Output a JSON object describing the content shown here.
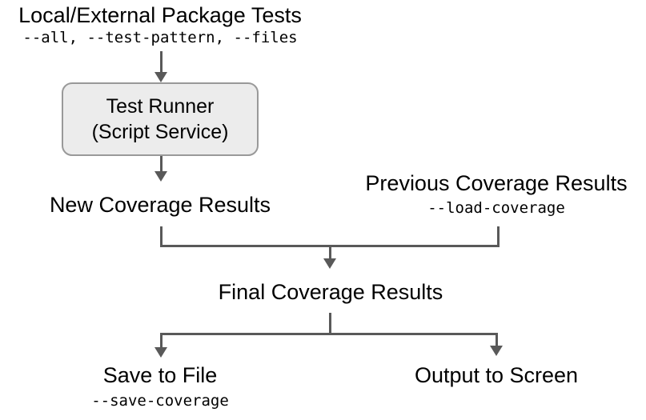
{
  "diagram": {
    "source": {
      "title": "Local/External Package Tests",
      "flags": "--all, --test-pattern, --files"
    },
    "test_runner": {
      "line1": "Test Runner",
      "line2": "(Script Service)"
    },
    "new_coverage": {
      "label": "New Coverage Results"
    },
    "previous_coverage": {
      "label": "Previous Coverage Results",
      "flags": "--load-coverage"
    },
    "final_coverage": {
      "label": "Final Coverage Results"
    },
    "save_to_file": {
      "label": "Save to File",
      "flags": "--save-coverage"
    },
    "output_to_screen": {
      "label": "Output to Screen"
    },
    "colors": {
      "line": "#595959",
      "box_fill": "#ececec",
      "box_border": "#999999",
      "text": "#000000",
      "background": "#ffffff"
    }
  }
}
